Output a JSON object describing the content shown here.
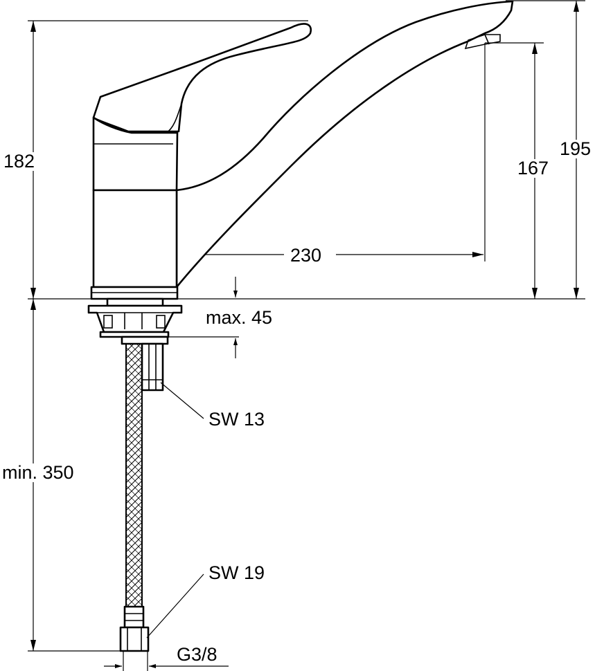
{
  "dimensions": {
    "total_height": "182",
    "spout_height": "167",
    "overall_height": "195",
    "spout_reach": "230",
    "max_deck_thickness": "max. 45",
    "wrench_size_upper": "SW 13",
    "hose_length": "min. 350",
    "wrench_size_lower": "SW 19",
    "thread": "G3/8"
  }
}
